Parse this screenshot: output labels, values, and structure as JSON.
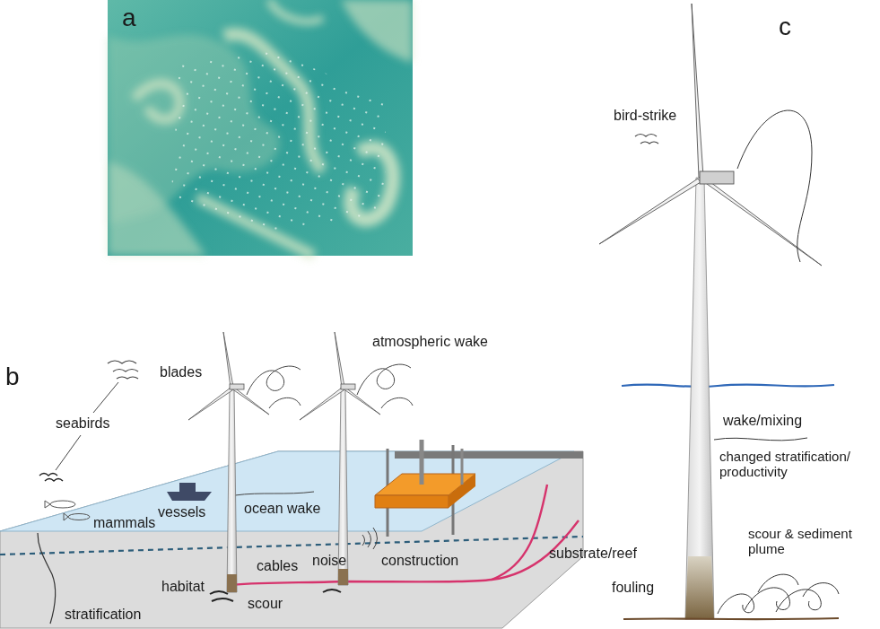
{
  "diagram": {
    "labels": [
      "a",
      "b",
      "c",
      "seabirds",
      "blades",
      "atmospheric wake",
      "vessels",
      "ocean wake",
      "mammals",
      "noise",
      "construction",
      "cables",
      "habitat",
      "scour",
      "stratification",
      "bird-strike",
      "wake/mixing",
      "changed stratification/ productivity",
      "substrate/reef",
      "fouling",
      "scour & sediment plume"
    ]
  }
}
